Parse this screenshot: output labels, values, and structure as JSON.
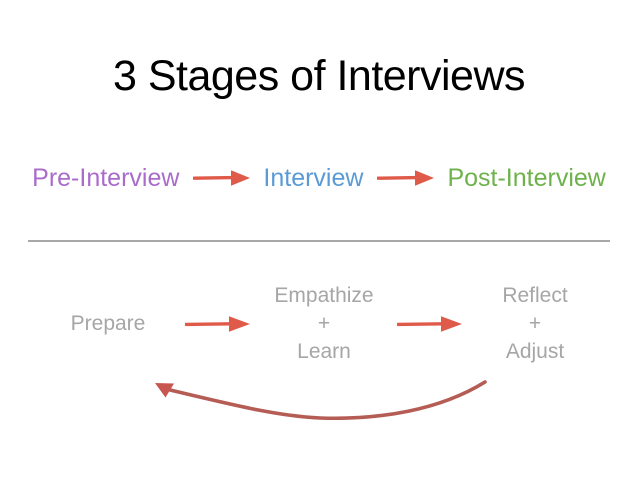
{
  "slide": {
    "title": "3 Stages of Interviews",
    "background_color": "#ffffff",
    "title_color": "#000000"
  },
  "colors": {
    "pre_interview": "#a96ccb",
    "interview": "#5b9bd5",
    "post_interview": "#6eb24c",
    "arrow": "#e05a4a",
    "arrow_curved": "#b55c55",
    "activity_text": "#a6a6a6",
    "divider": "#a8a8a8"
  },
  "stages": [
    {
      "label": "Pre-Interview",
      "color_key": "pre_interview"
    },
    {
      "label": "Interview",
      "color_key": "interview"
    },
    {
      "label": "Post-Interview",
      "color_key": "post_interview"
    }
  ],
  "stage_arrows": [
    {
      "name": "arrow-pre-to-interview",
      "icon": "arrow-right-icon"
    },
    {
      "name": "arrow-interview-to-post",
      "icon": "arrow-right-icon"
    }
  ],
  "activities": [
    {
      "line1": "Prepare",
      "line2": "",
      "line3": ""
    },
    {
      "line1": "Empathize",
      "line2": "+",
      "line3": "Learn"
    },
    {
      "line1": "Reflect",
      "line2": "+",
      "line3": "Adjust"
    }
  ],
  "activity_arrows": [
    {
      "name": "arrow-prepare-to-empathize",
      "icon": "arrow-right-icon"
    },
    {
      "name": "arrow-empathize-to-reflect",
      "icon": "arrow-right-icon"
    }
  ],
  "feedback_loop": {
    "name": "feedback-loop-arrow",
    "icon": "curved-arrow-left-icon",
    "direction": "right-to-left"
  },
  "divider": {
    "name": "horizontal-divider"
  }
}
